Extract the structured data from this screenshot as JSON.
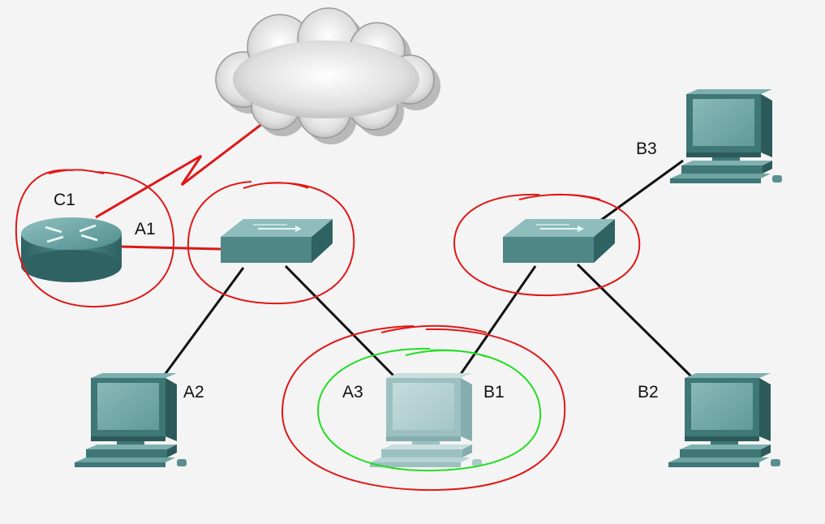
{
  "labels": {
    "c1": "C1",
    "a1": "A1",
    "a2": "A2",
    "a3": "A3",
    "b1": "B1",
    "b2": "B2",
    "b3": "B3"
  },
  "colors": {
    "background": "#f4f4f4",
    "ethernet_link": "#111111",
    "wan_link": "#e01818",
    "red_highlight": "#e01818",
    "green_highlight": "#22dd22",
    "device_teal": "#4f8c8c"
  },
  "icons": {
    "cloud": "cloud-icon",
    "router": "router-icon",
    "switch": "switch-icon",
    "pc": "pc-icon"
  }
}
